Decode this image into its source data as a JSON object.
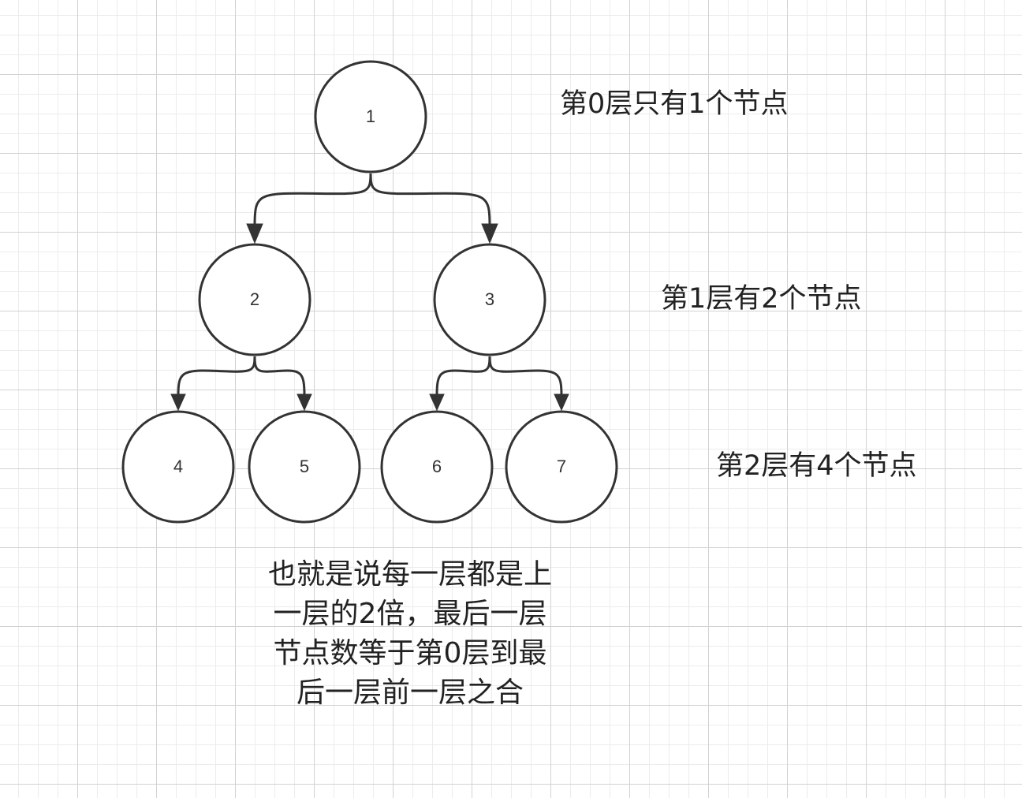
{
  "nodes": [
    {
      "id": "n1",
      "label": "1"
    },
    {
      "id": "n2",
      "label": "2"
    },
    {
      "id": "n3",
      "label": "3"
    },
    {
      "id": "n4",
      "label": "4"
    },
    {
      "id": "n5",
      "label": "5"
    },
    {
      "id": "n6",
      "label": "6"
    },
    {
      "id": "n7",
      "label": "7"
    }
  ],
  "edges": [
    {
      "from": "n1",
      "to": "n2"
    },
    {
      "from": "n1",
      "to": "n3"
    },
    {
      "from": "n2",
      "to": "n4"
    },
    {
      "from": "n2",
      "to": "n5"
    },
    {
      "from": "n3",
      "to": "n6"
    },
    {
      "from": "n3",
      "to": "n7"
    }
  ],
  "level_notes": [
    "第0层只有1个节点",
    "第1层有2个节点",
    "第2层有4个节点"
  ],
  "summary_lines": [
    "也就是说每一层都是上",
    "一层的2倍，最后一层",
    "节点数等于第0层到最",
    "后一层前一层之合"
  ],
  "colors": {
    "stroke": "#333333",
    "text": "#222222",
    "grid": "#d2d2d2"
  }
}
